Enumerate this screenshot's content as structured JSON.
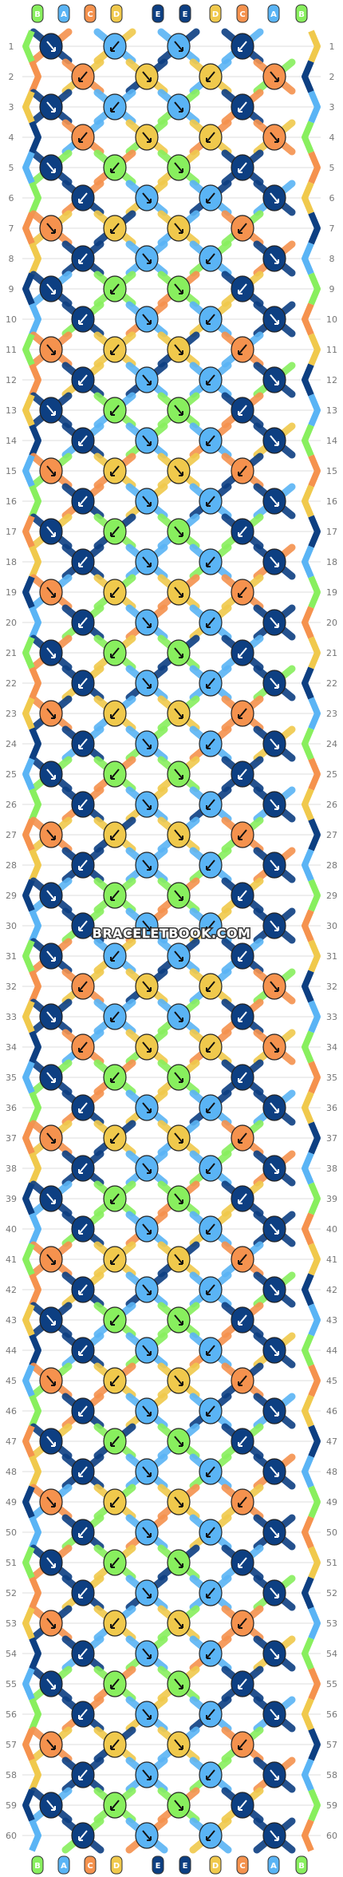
{
  "watermark": "BRACELETBOOK.COM",
  "colors": {
    "A": "#5ab4f5",
    "B": "#88ef5e",
    "C": "#f5924e",
    "D": "#f0c94c",
    "E": "#0d3f82"
  },
  "strings": [
    "B",
    "A",
    "C",
    "D",
    "E",
    "E",
    "D",
    "C",
    "A",
    "B"
  ],
  "row_count": 60,
  "row_labels": [
    "1",
    "2",
    "3",
    "4",
    "5",
    "6",
    "7",
    "8",
    "9",
    "10",
    "11",
    "12",
    "13",
    "14",
    "15",
    "16",
    "17",
    "18",
    "19",
    "20",
    "21",
    "22",
    "23",
    "24",
    "25",
    "26",
    "27",
    "28",
    "29",
    "30",
    "31",
    "32",
    "33",
    "34",
    "35",
    "36",
    "37",
    "38",
    "39",
    "40",
    "41",
    "42",
    "43",
    "44",
    "45",
    "46",
    "47",
    "48",
    "49",
    "50",
    "51",
    "52",
    "53",
    "54",
    "55",
    "56",
    "57",
    "58",
    "59",
    "60"
  ],
  "pattern_rows": [
    "AEEA",
    "DCCD",
    "AEEA",
    "DCCD",
    "BEEB",
    "AEEA",
    "DCCD",
    "AEEA",
    "BEEB",
    "AEEA",
    "DCCD",
    "AEEA",
    "BEEB",
    "AEEA",
    "DCCD",
    "AEEA",
    "BEEB",
    "AEEA",
    "DCCD",
    "AEEA",
    "BEEB",
    "AEEA",
    "DCCD",
    "AEEA",
    "BEEB",
    "AEEA",
    "DCCD",
    "AEEA",
    "BEEB",
    "AEEA"
  ]
}
